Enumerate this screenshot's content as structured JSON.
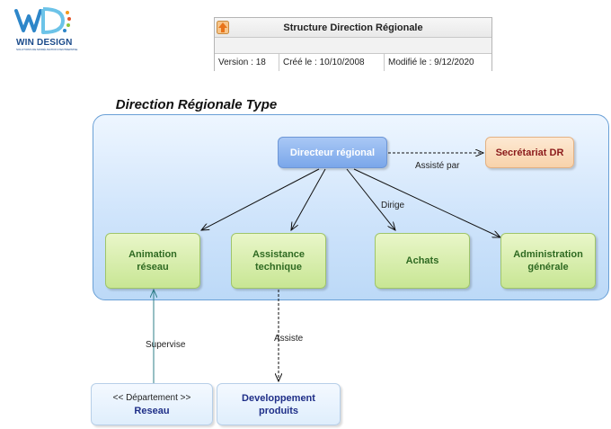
{
  "logo": {
    "letters": "WD",
    "name": "WIN DESIGN",
    "tagline": "SOLUTIONS DE MODÉLISATION D'ENTREPRISE"
  },
  "meta": {
    "title": "Structure Direction Régionale",
    "version": "Version : 18",
    "created": "Créé le : 10/10/2008",
    "modified": "Modifié le : 9/12/2020"
  },
  "diagram": {
    "title": "Direction Régionale Type",
    "nodes": {
      "directeur": "Directeur régional",
      "secretariat": "Secrétariat DR",
      "animation": "Animation réseau",
      "assistance": "Assistance technique",
      "achats": "Achats",
      "administration": "Administration générale",
      "reseau_stereotype": "<< Département >>",
      "reseau": "Reseau",
      "developpement": "Developpement produits"
    },
    "links": {
      "assiste_par": "Assisté par",
      "dirige": "Dirige",
      "supervise": "Supervise",
      "assiste": "Assiste"
    }
  },
  "colors": {
    "green_text": "#2f6a22",
    "blue_node": "#7aa7ea",
    "secretariat_text": "#8b1a1a",
    "dept_text": "#1f2f88"
  }
}
